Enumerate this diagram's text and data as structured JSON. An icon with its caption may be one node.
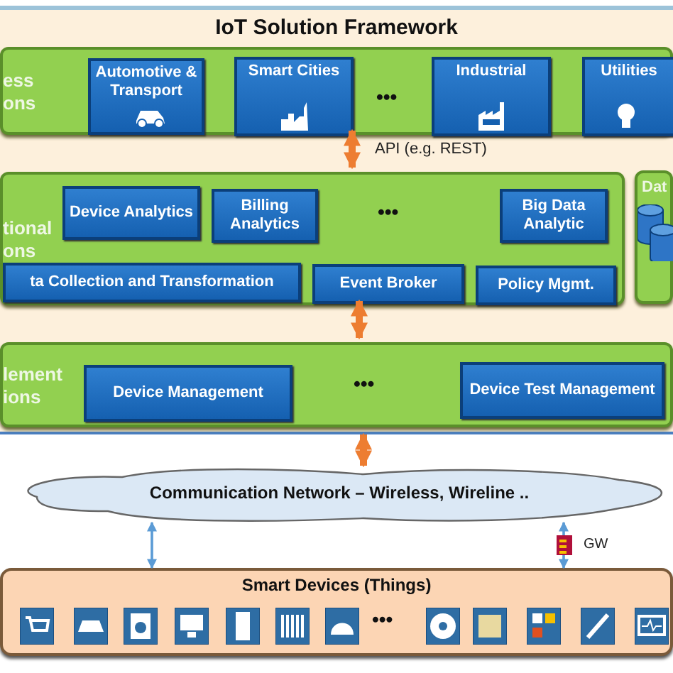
{
  "diagram": {
    "nodes": [
      {
        "text": [
          "IoT Solution Framework"
        ]
      },
      {
        "text": [
          "ess ons"
        ],
        "in": 0
      },
      {
        "text": [
          "Automotive & Transport"
        ],
        "in": 1
      },
      {
        "text": [
          "Smart Cities"
        ],
        "in": 1
      },
      {
        "text": [
          "Industrial"
        ],
        "in": 1
      },
      {
        "text": [
          "Utilities"
        ],
        "in": 1
      },
      {
        "text": [
          "tional ons"
        ],
        "in": 0
      },
      {
        "text": [
          "Device Analytics"
        ],
        "in": 6
      },
      {
        "text": [
          "Billing Analytics"
        ],
        "in": 6
      },
      {
        "text": [
          "Big Data Analytic"
        ],
        "in": 6
      },
      {
        "text": [
          "ta Collection and Transformation"
        ],
        "in": 6
      },
      {
        "text": [
          "Event Broker"
        ],
        "in": 6
      },
      {
        "text": [
          "Policy Mgmt."
        ],
        "in": 6
      },
      {
        "text": [
          "Dat"
        ],
        "in": 0
      },
      {
        "text": [
          "lement ions"
        ],
        "in": 0
      },
      {
        "text": [
          "Device Management"
        ],
        "in": 14
      },
      {
        "text": [
          "Device Test Management"
        ],
        "in": 14
      },
      {
        "text": [
          "Communication Network – Wireless, Wireline .."
        ]
      },
      {
        "text": [],
        "shape": "box",
        "beside": [
          "GW"
        ]
      },
      {
        "text": [
          "Smart Devices (Things)"
        ]
      }
    ],
    "edges": [
      {
        "from": 1,
        "to": 6,
        "arrow": "both",
        "label": "API (e.g. REST)",
        "style": "thick"
      },
      {
        "from": 6,
        "to": 14,
        "arrow": "both",
        "style": "thick"
      },
      {
        "from": 0,
        "to": 17,
        "arrow": "both",
        "style": "thick"
      },
      {
        "from": 17,
        "to": 19,
        "arrow": "both",
        "color": "#5b9bd5"
      },
      {
        "from": 18,
        "to": 17,
        "arrow": "to",
        "color": "#5b9bd5"
      },
      {
        "from": 18,
        "to": 19,
        "arrow": "to",
        "color": "#5b9bd5"
      }
    ],
    "labels": [
      "•••",
      "•••",
      "•••",
      "•••"
    ]
  }
}
